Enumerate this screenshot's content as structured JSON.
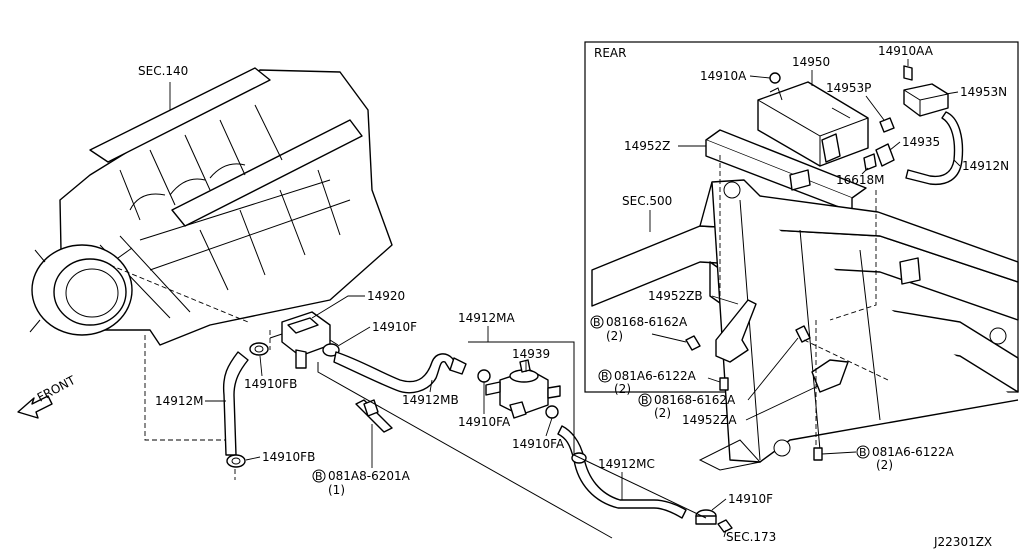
{
  "diagram": {
    "id_code": "J22301ZX",
    "rear_box_label": "REAR",
    "front_label": "FRONT",
    "labels": {
      "sec140": "SEC.140",
      "sec500": "SEC.500",
      "sec173": "SEC.173",
      "p14920": "14920",
      "p14910F_a": "14910F",
      "p14910F_b": "14910F",
      "p14910FB_a": "14910FB",
      "p14910FB_b": "14910FB",
      "p14912M": "14912M",
      "p14912MA": "14912MA",
      "p14912MB": "14912MB",
      "p14912MC": "14912MC",
      "p14939": "14939",
      "p14910FA_a": "14910FA",
      "p14910FA_b": "14910FA",
      "b081A8": "081A8-6201A",
      "b081A8_qty": "(1)",
      "p14910A": "14910A",
      "p14950": "14950",
      "p14910AA": "14910AA",
      "p14953P": "14953P",
      "p14953N": "14953N",
      "p14952Z": "14952Z",
      "p14935": "14935",
      "p14912N": "14912N",
      "p16618M": "16618M",
      "p14952ZB": "14952ZB",
      "b08168_a": "08168-6162A",
      "b08168_a_qty": "(2)",
      "b081A6_a": "081A6-6122A",
      "b081A6_a_qty": "(2)",
      "b08168_b": "08168-6162A",
      "b08168_b_qty": "(2)",
      "p14952ZA": "14952ZA",
      "b081A6_b": "081A6-6122A",
      "b081A6_b_qty": "(2)",
      "bolt_symbol": "B"
    }
  }
}
